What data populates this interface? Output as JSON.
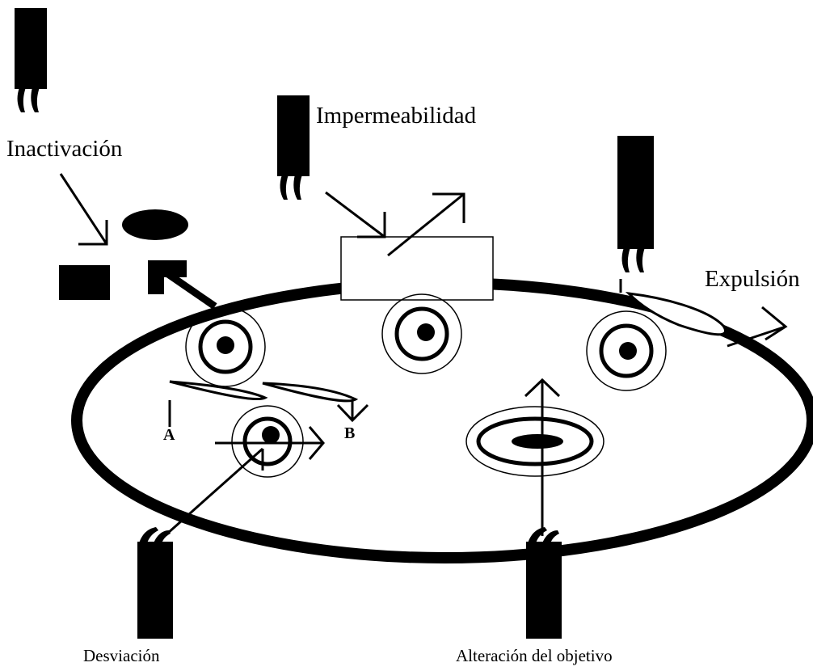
{
  "labels": {
    "inactivacion": "Inactivación",
    "impermeabilidad": "Impermeabilidad",
    "expulsion": "Expulsión",
    "desviacion": "Desviación",
    "alteracion": "Alteración del objetivo",
    "a": "A",
    "b": "B"
  },
  "icons": {
    "antibiotic": "antibiotic-icon",
    "target": "target-icon",
    "porin": "porin-channel-icon",
    "pump": "efflux-pump-icon",
    "enzyme": "enzyme-icon"
  },
  "colors": {
    "stroke": "#000000",
    "background": "#ffffff"
  }
}
